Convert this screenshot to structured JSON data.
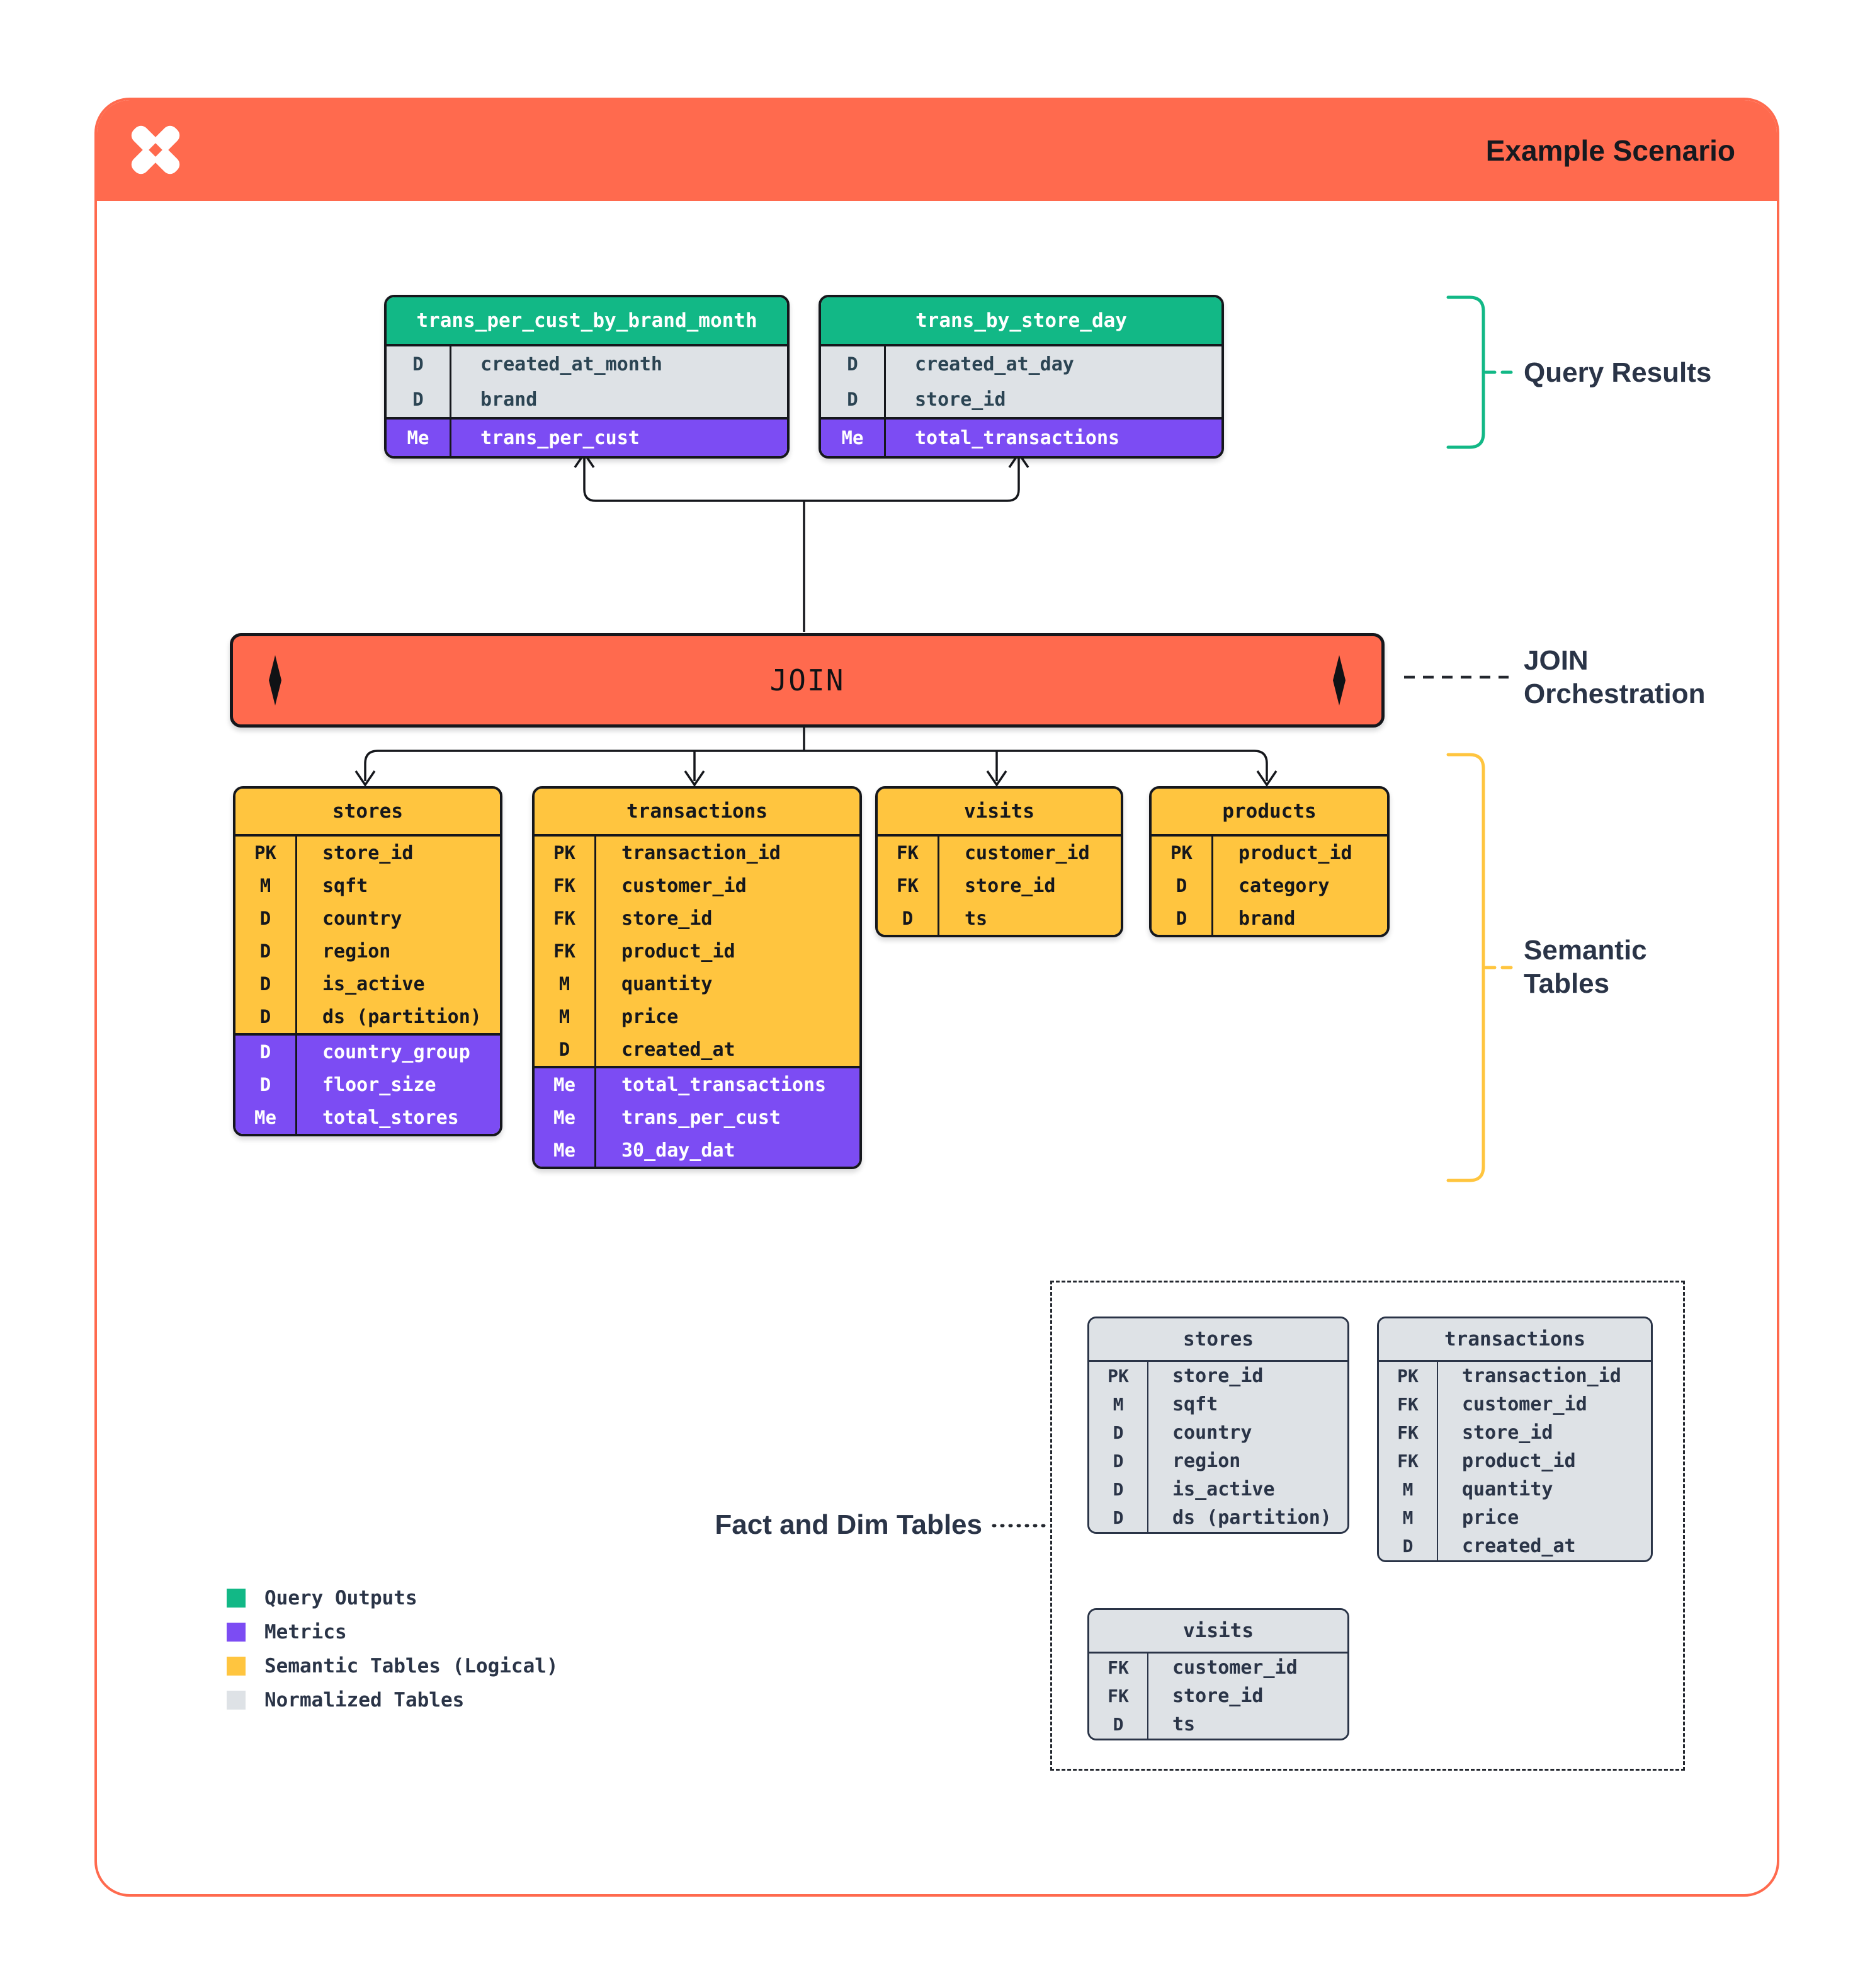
{
  "header": {
    "title": "Example Scenario",
    "logo": "pinwheel-x-logo"
  },
  "join_bar": {
    "label": "JOIN"
  },
  "annotations": {
    "query_results": "Query Results",
    "join_line1": "JOIN",
    "join_line2": "Orchestration",
    "semantic_line1": "Semantic",
    "semantic_line2": "Tables",
    "fact_dim": "Fact and Dim Tables"
  },
  "colors": {
    "accent_orange": "#FF6A4E",
    "query_output_green": "#12B886",
    "metric_purple": "#7C4CF3",
    "semantic_yellow": "#FFC53F",
    "normalized_gray": "#DEE2E6",
    "border_ink": "#15171C",
    "label_navy": "#2A3447"
  },
  "query_results_tables": [
    {
      "title": "trans_per_cust_by_brand_month",
      "rows": [
        {
          "k": "D",
          "n": "created_at_month"
        },
        {
          "k": "D",
          "n": "brand"
        },
        {
          "k": "Me",
          "n": "trans_per_cust",
          "m": true
        }
      ]
    },
    {
      "title": "trans_by_store_day",
      "rows": [
        {
          "k": "D",
          "n": "created_at_day"
        },
        {
          "k": "D",
          "n": "store_id"
        },
        {
          "k": "Me",
          "n": "total_transactions",
          "m": true
        }
      ]
    }
  ],
  "semantic_tables": [
    {
      "title": "stores",
      "rows": [
        {
          "k": "PK",
          "n": "store_id"
        },
        {
          "k": "M",
          "n": "sqft"
        },
        {
          "k": "D",
          "n": "country"
        },
        {
          "k": "D",
          "n": "region"
        },
        {
          "k": "D",
          "n": "is_active"
        },
        {
          "k": "D",
          "n": "ds (partition)"
        },
        {
          "k": "D",
          "n": "country_group",
          "m": true
        },
        {
          "k": "D",
          "n": "floor_size",
          "m": true
        },
        {
          "k": "Me",
          "n": "total_stores",
          "m": true
        }
      ]
    },
    {
      "title": "transactions",
      "rows": [
        {
          "k": "PK",
          "n": "transaction_id"
        },
        {
          "k": "FK",
          "n": "customer_id"
        },
        {
          "k": "FK",
          "n": "store_id"
        },
        {
          "k": "FK",
          "n": "product_id"
        },
        {
          "k": "M",
          "n": "quantity"
        },
        {
          "k": "M",
          "n": "price"
        },
        {
          "k": "D",
          "n": "created_at"
        },
        {
          "k": "Me",
          "n": "total_transactions",
          "m": true
        },
        {
          "k": "Me",
          "n": "trans_per_cust",
          "m": true
        },
        {
          "k": "Me",
          "n": "30_day_dat",
          "m": true
        }
      ]
    },
    {
      "title": "visits",
      "rows": [
        {
          "k": "FK",
          "n": "customer_id"
        },
        {
          "k": "FK",
          "n": "store_id"
        },
        {
          "k": "D",
          "n": "ts"
        }
      ]
    },
    {
      "title": "products",
      "rows": [
        {
          "k": "PK",
          "n": "product_id"
        },
        {
          "k": "D",
          "n": "category"
        },
        {
          "k": "D",
          "n": "brand"
        }
      ]
    }
  ],
  "normalized_tables": [
    {
      "title": "stores",
      "rows": [
        {
          "k": "PK",
          "n": "store_id"
        },
        {
          "k": "M",
          "n": "sqft"
        },
        {
          "k": "D",
          "n": "country"
        },
        {
          "k": "D",
          "n": "region"
        },
        {
          "k": "D",
          "n": "is_active"
        },
        {
          "k": "D",
          "n": "ds (partition)"
        }
      ]
    },
    {
      "title": "transactions",
      "rows": [
        {
          "k": "PK",
          "n": "transaction_id"
        },
        {
          "k": "FK",
          "n": "customer_id"
        },
        {
          "k": "FK",
          "n": "store_id"
        },
        {
          "k": "FK",
          "n": "product_id"
        },
        {
          "k": "M",
          "n": "quantity"
        },
        {
          "k": "M",
          "n": "price"
        },
        {
          "k": "D",
          "n": "created_at"
        }
      ]
    },
    {
      "title": "visits",
      "rows": [
        {
          "k": "FK",
          "n": "customer_id"
        },
        {
          "k": "FK",
          "n": "store_id"
        },
        {
          "k": "D",
          "n": "ts"
        }
      ]
    }
  ],
  "legend": [
    {
      "label": "Query Outputs",
      "color": "#12B886"
    },
    {
      "label": "Metrics",
      "color": "#7C4CF3"
    },
    {
      "label": "Semantic Tables (Logical)",
      "color": "#FFC53F"
    },
    {
      "label": "Normalized Tables",
      "color": "#DEE2E6"
    }
  ]
}
